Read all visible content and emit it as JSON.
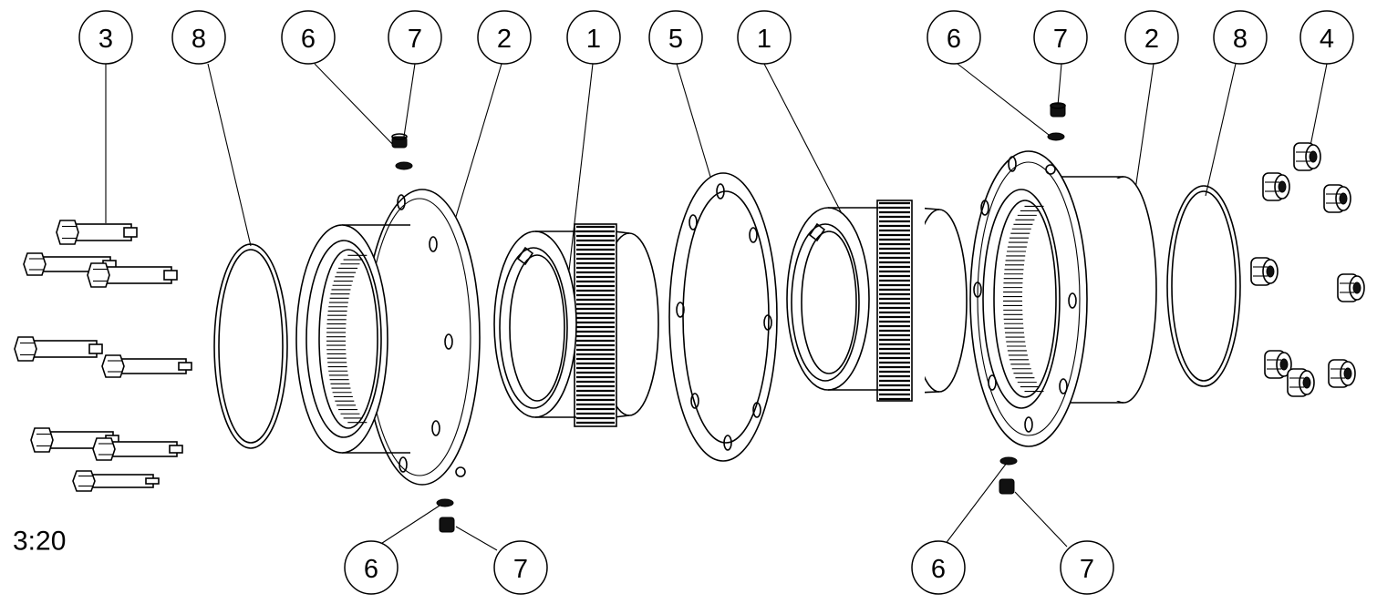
{
  "drawing": {
    "scale": "3:20",
    "part_labels": {
      "p1": "1",
      "p2": "2",
      "p3": "3",
      "p4": "4",
      "p5": "5",
      "p6": "6",
      "p7": "7",
      "p8": "8"
    }
  }
}
